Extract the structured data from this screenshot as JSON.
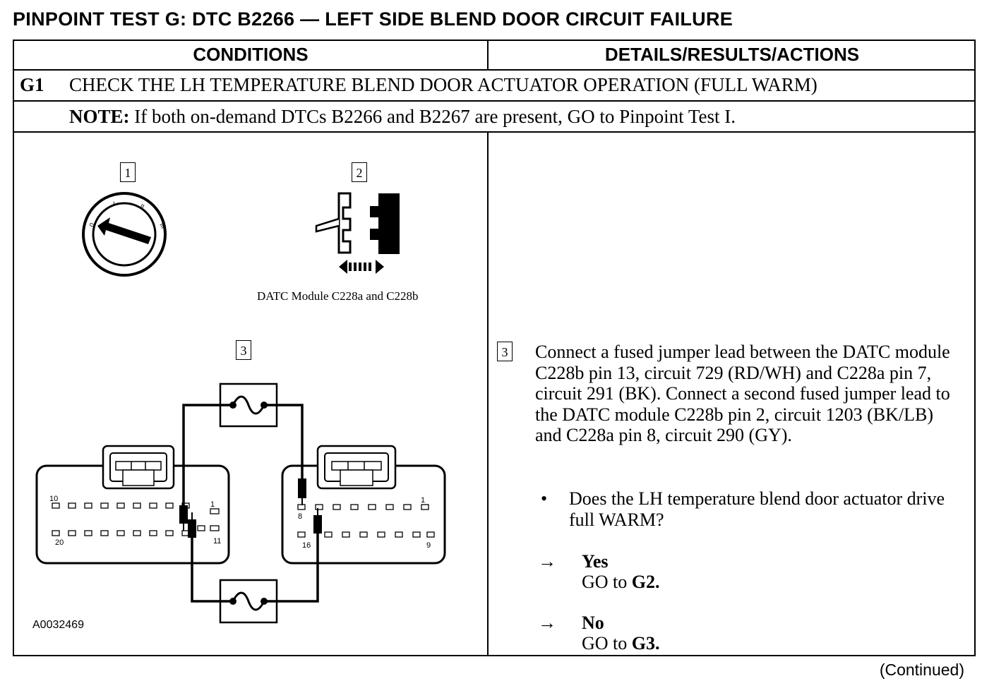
{
  "title": "PINPOINT TEST G: DTC B2266 — LEFT SIDE BLEND DOOR CIRCUIT FAILURE",
  "columns": {
    "conditions": "CONDITIONS",
    "details": "DETAILS/RESULTS/ACTIONS"
  },
  "step": {
    "id": "G1",
    "title": "CHECK THE LH TEMPERATURE BLEND DOOR ACTUATOR OPERATION (FULL WARM)"
  },
  "note": {
    "label": "NOTE:",
    "text": " If both on-demand DTCs B2266 and B2267 are present, GO to Pinpoint Test I."
  },
  "figure": {
    "markers": [
      "1",
      "2",
      "3"
    ],
    "ignition_positions": [
      "0",
      "I",
      "II",
      "III"
    ],
    "connector_caption": "DATC Module C228a and C228b",
    "left_connector_pins": [
      "10",
      "1",
      "20",
      "11"
    ],
    "right_connector_pins": [
      "8",
      "1",
      "16",
      "9"
    ],
    "figure_id": "A0032469"
  },
  "action": {
    "marker": "3",
    "text": "Connect a fused jumper lead between the DATC module C228b pin 13, circuit 729 (RD/WH) and C228a pin 7, circuit 291 (BK). Connect a second fused jumper lead to the DATC module C228b pin 2, circuit 1203 (BK/LB) and C228a pin 8, circuit 290 (GY).",
    "bullet": "•",
    "question": "Does the LH temperature blend door actuator drive full WARM?",
    "answers": [
      {
        "arrow": "→",
        "label": "Yes",
        "goto_prefix": "GO to ",
        "goto_step": "G2."
      },
      {
        "arrow": "→",
        "label": "No",
        "goto_prefix": "GO to ",
        "goto_step": "G3."
      }
    ]
  },
  "footer": {
    "continued": "(Continued)"
  }
}
